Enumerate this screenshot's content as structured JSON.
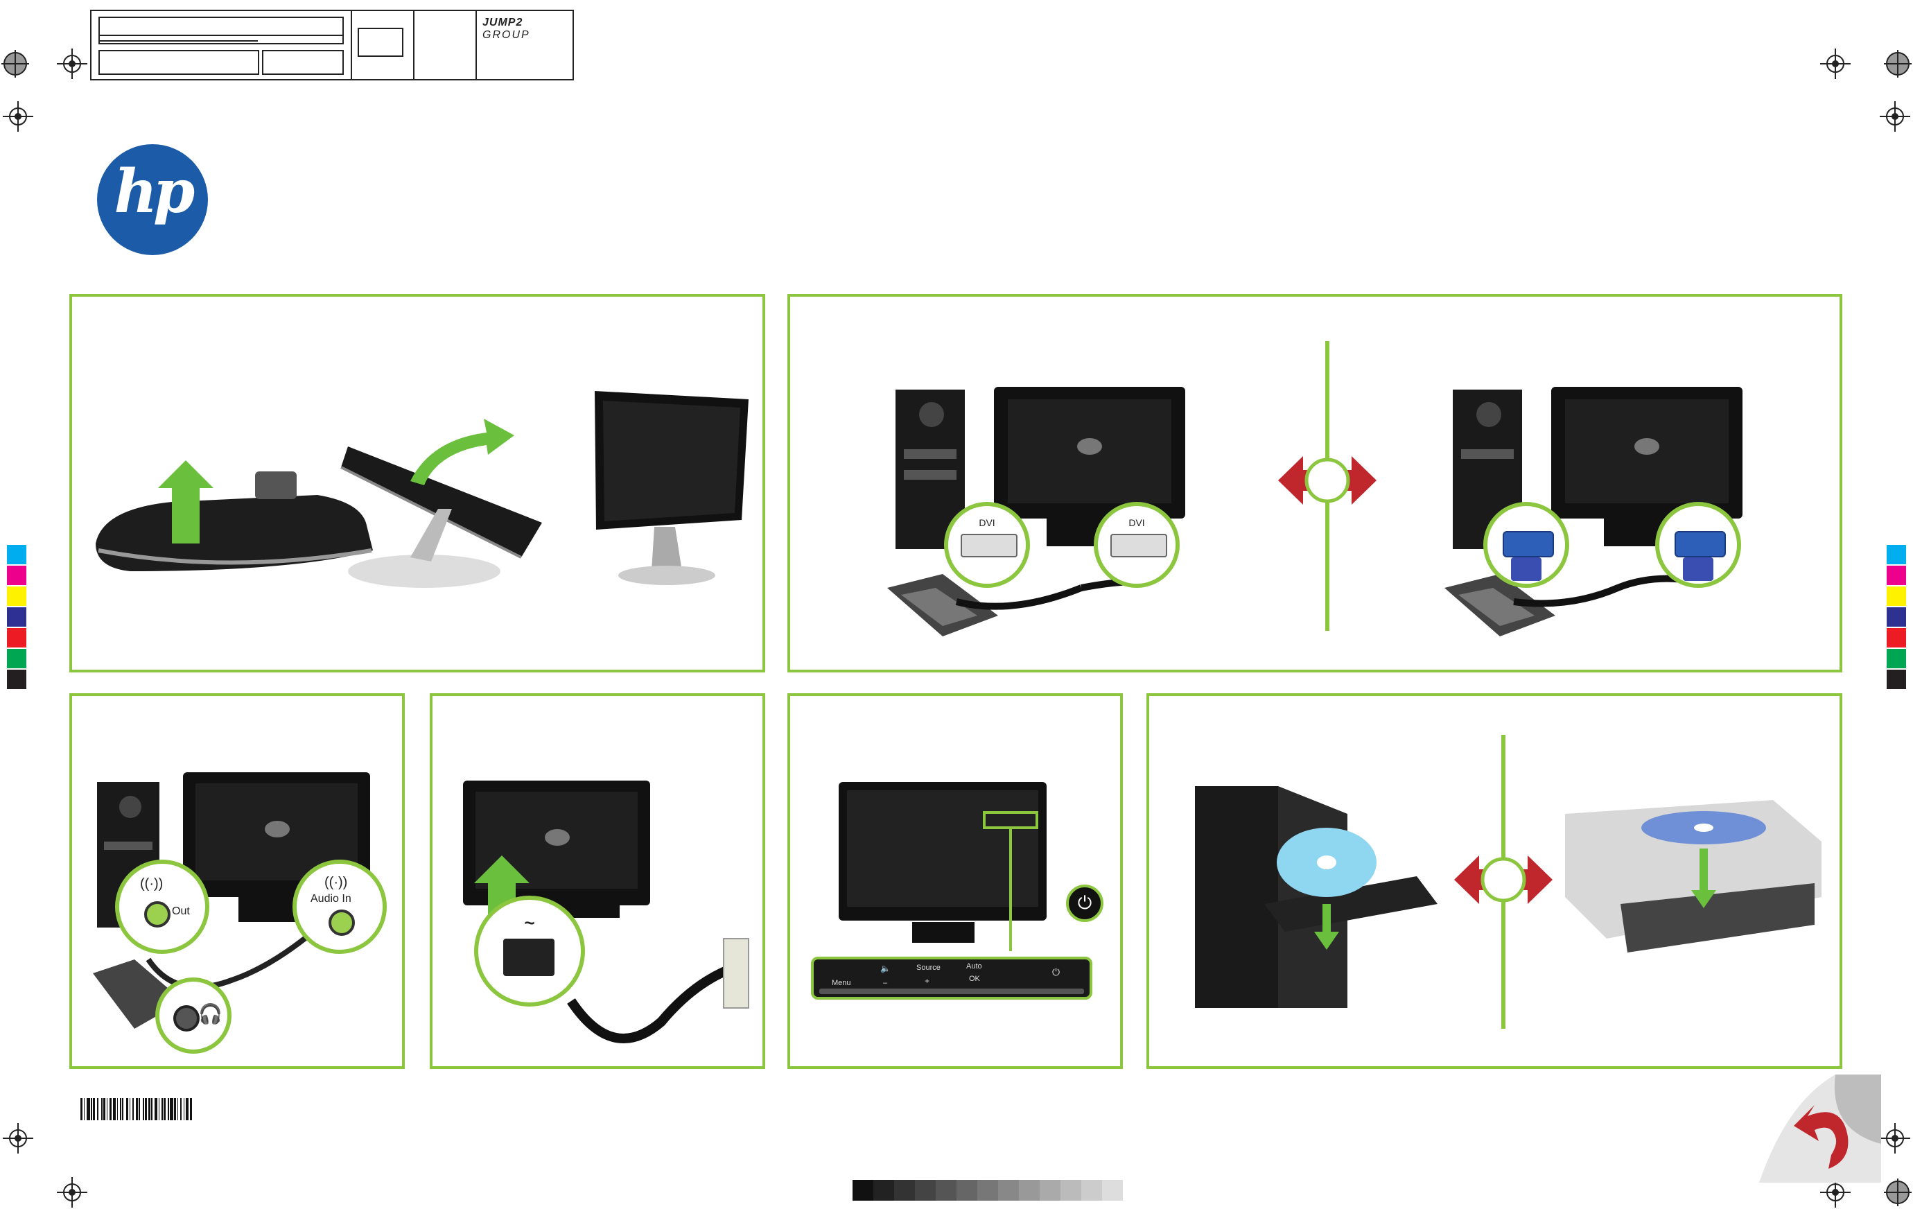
{
  "job_slug": {
    "brand": "JUMP2",
    "brand_suffix": "GROUP"
  },
  "logo": {
    "text": "hp",
    "color": "#1b5ba8"
  },
  "accent_color": "#8cc63f",
  "video_panel": {
    "dvi_label_left": "DVI",
    "dvi_label_right": "DVI",
    "or_symbol": "or"
  },
  "audio_panel": {
    "out_label": "Out",
    "audio_in_label": "Audio In",
    "audio_out_icon": "audio-out-icon",
    "audio_in_icon": "audio-in-icon",
    "headphone_icon": "headphone-icon"
  },
  "power_panel": {
    "ac_symbol": "~"
  },
  "buttons_panel": {
    "menu": "Menu",
    "minus": "–",
    "source": "Source",
    "plus": "+",
    "auto": "Auto",
    "ok": "OK",
    "power_icon": "power-icon"
  },
  "disc_panel": {
    "or_symbol": "or"
  },
  "color_bars": {
    "left": [
      "#00aeef",
      "#ec008c",
      "#fff200",
      "#2e3192",
      "#ed1c24",
      "#00a651",
      "#231f20"
    ],
    "right": [
      "#00aeef",
      "#ec008c",
      "#fff200",
      "#2e3192",
      "#ed1c24",
      "#00a651",
      "#231f20"
    ],
    "grays": [
      "#111111",
      "#222222",
      "#333333",
      "#444444",
      "#555555",
      "#666666",
      "#777777",
      "#888888",
      "#999999",
      "#aaaaaa",
      "#bbbbbb",
      "#cccccc",
      "#dddddd"
    ]
  },
  "barcode_icon": "barcode-icon",
  "page_turn_icon": "page-turn-icon"
}
